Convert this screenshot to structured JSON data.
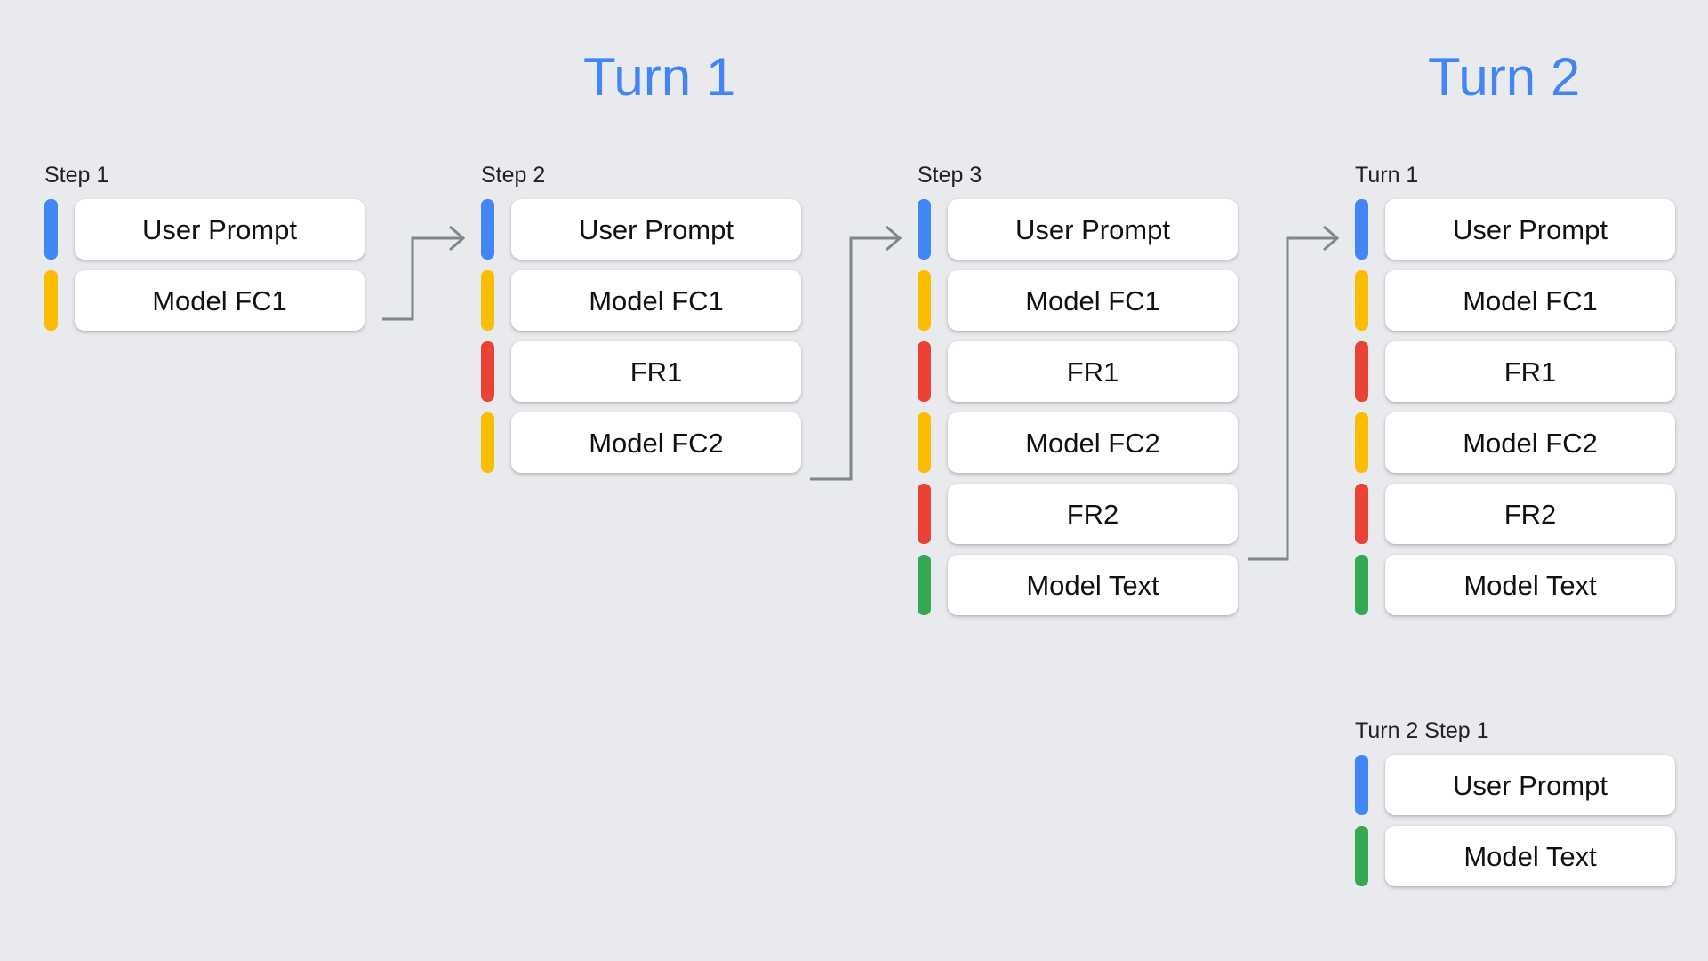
{
  "background_color": "#e8eaed",
  "palette": {
    "blue": "#4285f4",
    "yellow": "#fbbc04",
    "red": "#ea4335",
    "green": "#34a853",
    "card": "#ffffff",
    "text": "#111111",
    "label": "#202124",
    "connector": "#80868b"
  },
  "headings": {
    "turn1": "Turn 1",
    "turn2": "Turn 2"
  },
  "columns": [
    {
      "label": "Step 1",
      "rows": [
        {
          "text": "User Prompt",
          "color": "#4285f4",
          "role": "user-prompt"
        },
        {
          "text": "Model FC1",
          "color": "#fbbc04",
          "role": "model-function-call"
        }
      ]
    },
    {
      "label": "Step 2",
      "rows": [
        {
          "text": "User Prompt",
          "color": "#4285f4",
          "role": "user-prompt"
        },
        {
          "text": "Model FC1",
          "color": "#fbbc04",
          "role": "model-function-call"
        },
        {
          "text": "FR1",
          "color": "#ea4335",
          "role": "function-response"
        },
        {
          "text": "Model FC2",
          "color": "#fbbc04",
          "role": "model-function-call"
        }
      ]
    },
    {
      "label": "Step 3",
      "rows": [
        {
          "text": "User Prompt",
          "color": "#4285f4",
          "role": "user-prompt"
        },
        {
          "text": "Model FC1",
          "color": "#fbbc04",
          "role": "model-function-call"
        },
        {
          "text": "FR1",
          "color": "#ea4335",
          "role": "function-response"
        },
        {
          "text": "Model FC2",
          "color": "#fbbc04",
          "role": "model-function-call"
        },
        {
          "text": "FR2",
          "color": "#ea4335",
          "role": "function-response"
        },
        {
          "text": "Model Text",
          "color": "#34a853",
          "role": "model-text"
        }
      ]
    },
    {
      "label": "Turn 1",
      "rows": [
        {
          "text": "User Prompt",
          "color": "#4285f4",
          "role": "user-prompt"
        },
        {
          "text": "Model FC1",
          "color": "#fbbc04",
          "role": "model-function-call"
        },
        {
          "text": "FR1",
          "color": "#ea4335",
          "role": "function-response"
        },
        {
          "text": "Model FC2",
          "color": "#fbbc04",
          "role": "model-function-call"
        },
        {
          "text": "FR2",
          "color": "#ea4335",
          "role": "function-response"
        },
        {
          "text": "Model Text",
          "color": "#34a853",
          "role": "model-text"
        }
      ]
    },
    {
      "label": "Turn 2 Step 1",
      "rows": [
        {
          "text": "User Prompt",
          "color": "#4285f4",
          "role": "user-prompt"
        },
        {
          "text": "Model Text",
          "color": "#34a853",
          "role": "model-text"
        }
      ]
    }
  ],
  "connectors": [
    {
      "name": "step1-to-step2",
      "from": "Model FC1",
      "to": "User Prompt"
    },
    {
      "name": "step2-to-step3",
      "from": "Model FC2",
      "to": "User Prompt"
    },
    {
      "name": "step3-to-turn1",
      "from": "FR2",
      "to": "User Prompt"
    }
  ]
}
